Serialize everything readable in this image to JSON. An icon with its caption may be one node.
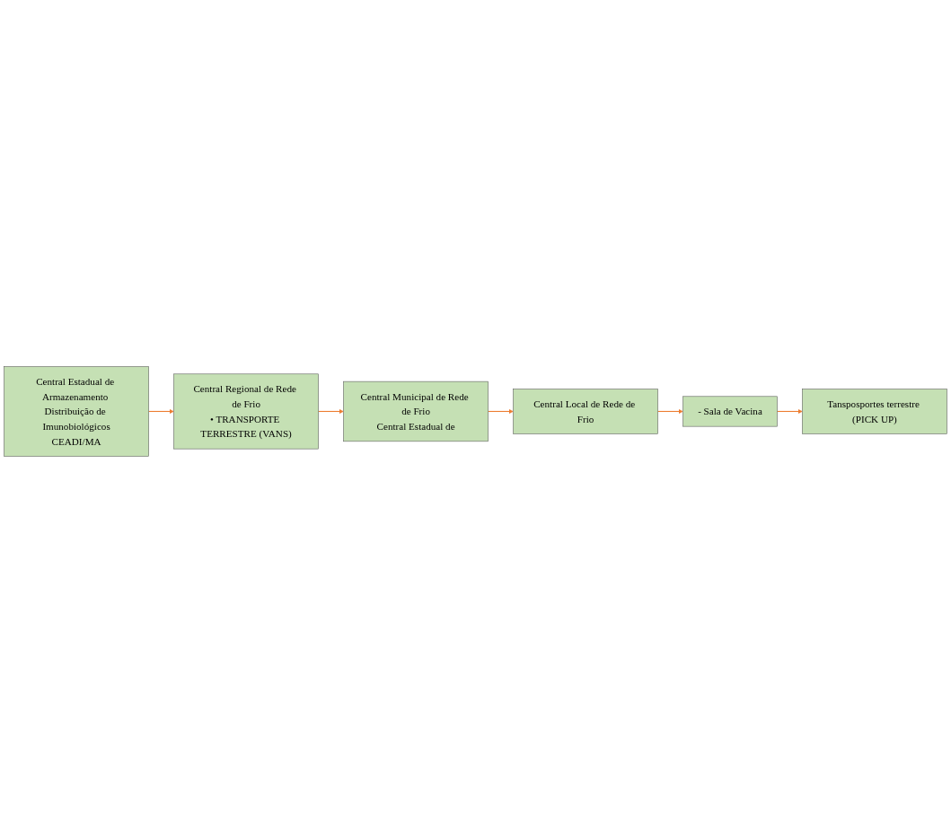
{
  "diagram": {
    "nodes": [
      {
        "text": [
          "Central Estadual de Armazenamento Distribuição de Imunobiológicos",
          "CEADI/MA"
        ]
      },
      {
        "text": [
          "Central Regional de Rede de Frio",
          "• TRANSPORTE TERRESTRE (VANS)"
        ]
      },
      {
        "text": [
          "Central Municipal de Rede de Frio",
          "Central Estadual de"
        ]
      },
      {
        "text": [
          "Central Local de Rede de Frio"
        ]
      },
      {
        "text": [
          "- Sala de Vacina"
        ]
      },
      {
        "text": [
          "Tansposportes terrestre (PICK UP)"
        ]
      }
    ],
    "edges": [
      {
        "from": 0,
        "to": 1,
        "arrow": "to",
        "color": "#ed7d31"
      },
      {
        "from": 1,
        "to": 2,
        "arrow": "to",
        "color": "#ed7d31"
      },
      {
        "from": 2,
        "to": 3,
        "arrow": "to",
        "color": "#ed7d31"
      },
      {
        "from": 3,
        "to": 4,
        "arrow": "to",
        "color": "#ed7d31"
      },
      {
        "from": 4,
        "to": 5,
        "arrow": "to",
        "color": "#ed7d31"
      }
    ]
  }
}
